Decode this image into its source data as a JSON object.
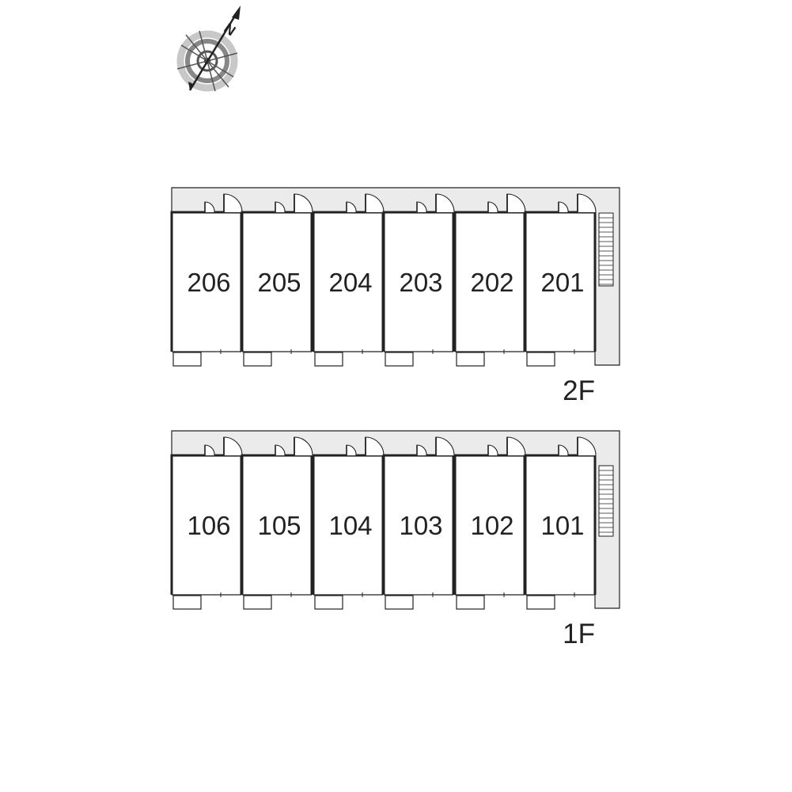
{
  "compass": {
    "north_label": "N",
    "icon": "compass-icon"
  },
  "floors": [
    {
      "label": "2F",
      "units": [
        "206",
        "205",
        "204",
        "203",
        "202",
        "201"
      ]
    },
    {
      "label": "1F",
      "units": [
        "106",
        "105",
        "104",
        "103",
        "102",
        "101"
      ]
    }
  ],
  "colors": {
    "corridor": "#ebebeb",
    "wall": "#222222",
    "text": "#222222"
  }
}
